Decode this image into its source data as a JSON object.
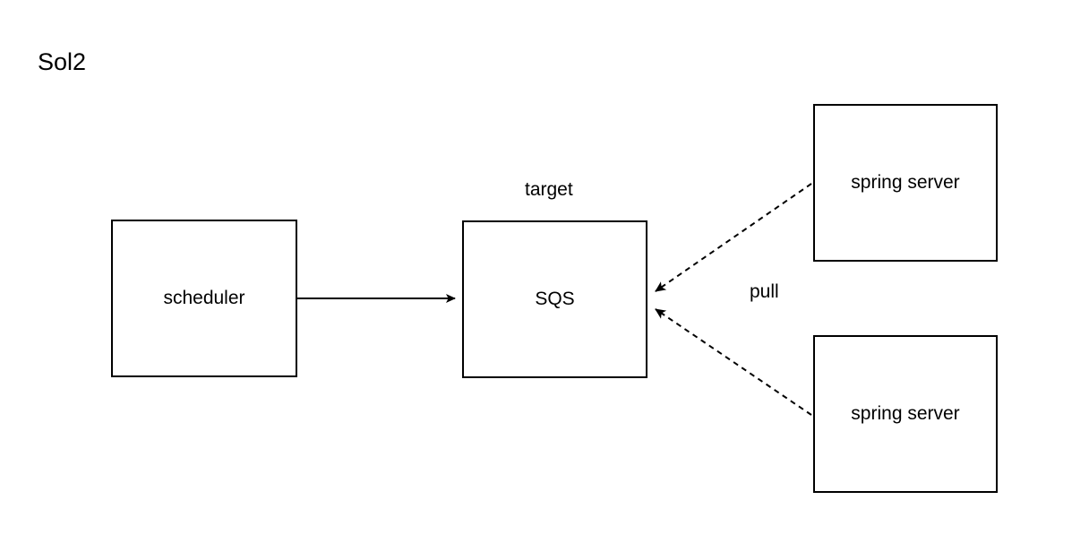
{
  "diagram": {
    "title": "Sol2",
    "background_color": "#ffffff",
    "stroke_color": "#000000",
    "nodes": [
      {
        "id": "scheduler",
        "label": "scheduler",
        "shape": "rectangle",
        "style": "solid"
      },
      {
        "id": "sqs",
        "label": "SQS",
        "shape": "rectangle",
        "style": "solid",
        "caption": "target"
      },
      {
        "id": "spring-server-top",
        "label": "spring server",
        "shape": "rectangle",
        "style": "solid"
      },
      {
        "id": "spring-server-bottom",
        "label": "spring server",
        "shape": "rectangle",
        "style": "solid"
      }
    ],
    "edges": [
      {
        "id": "scheduler-to-sqs",
        "from": "scheduler",
        "to": "sqs",
        "style": "solid",
        "arrow": "end",
        "label": ""
      },
      {
        "id": "spring-top-to-sqs",
        "from": "spring-server-top",
        "to": "sqs",
        "style": "dashed",
        "arrow": "end",
        "label": "pull"
      },
      {
        "id": "spring-bottom-to-sqs",
        "from": "spring-server-bottom",
        "to": "sqs",
        "style": "dashed",
        "arrow": "end",
        "label": "pull"
      }
    ],
    "labels": {
      "target": "target",
      "pull": "pull"
    }
  }
}
